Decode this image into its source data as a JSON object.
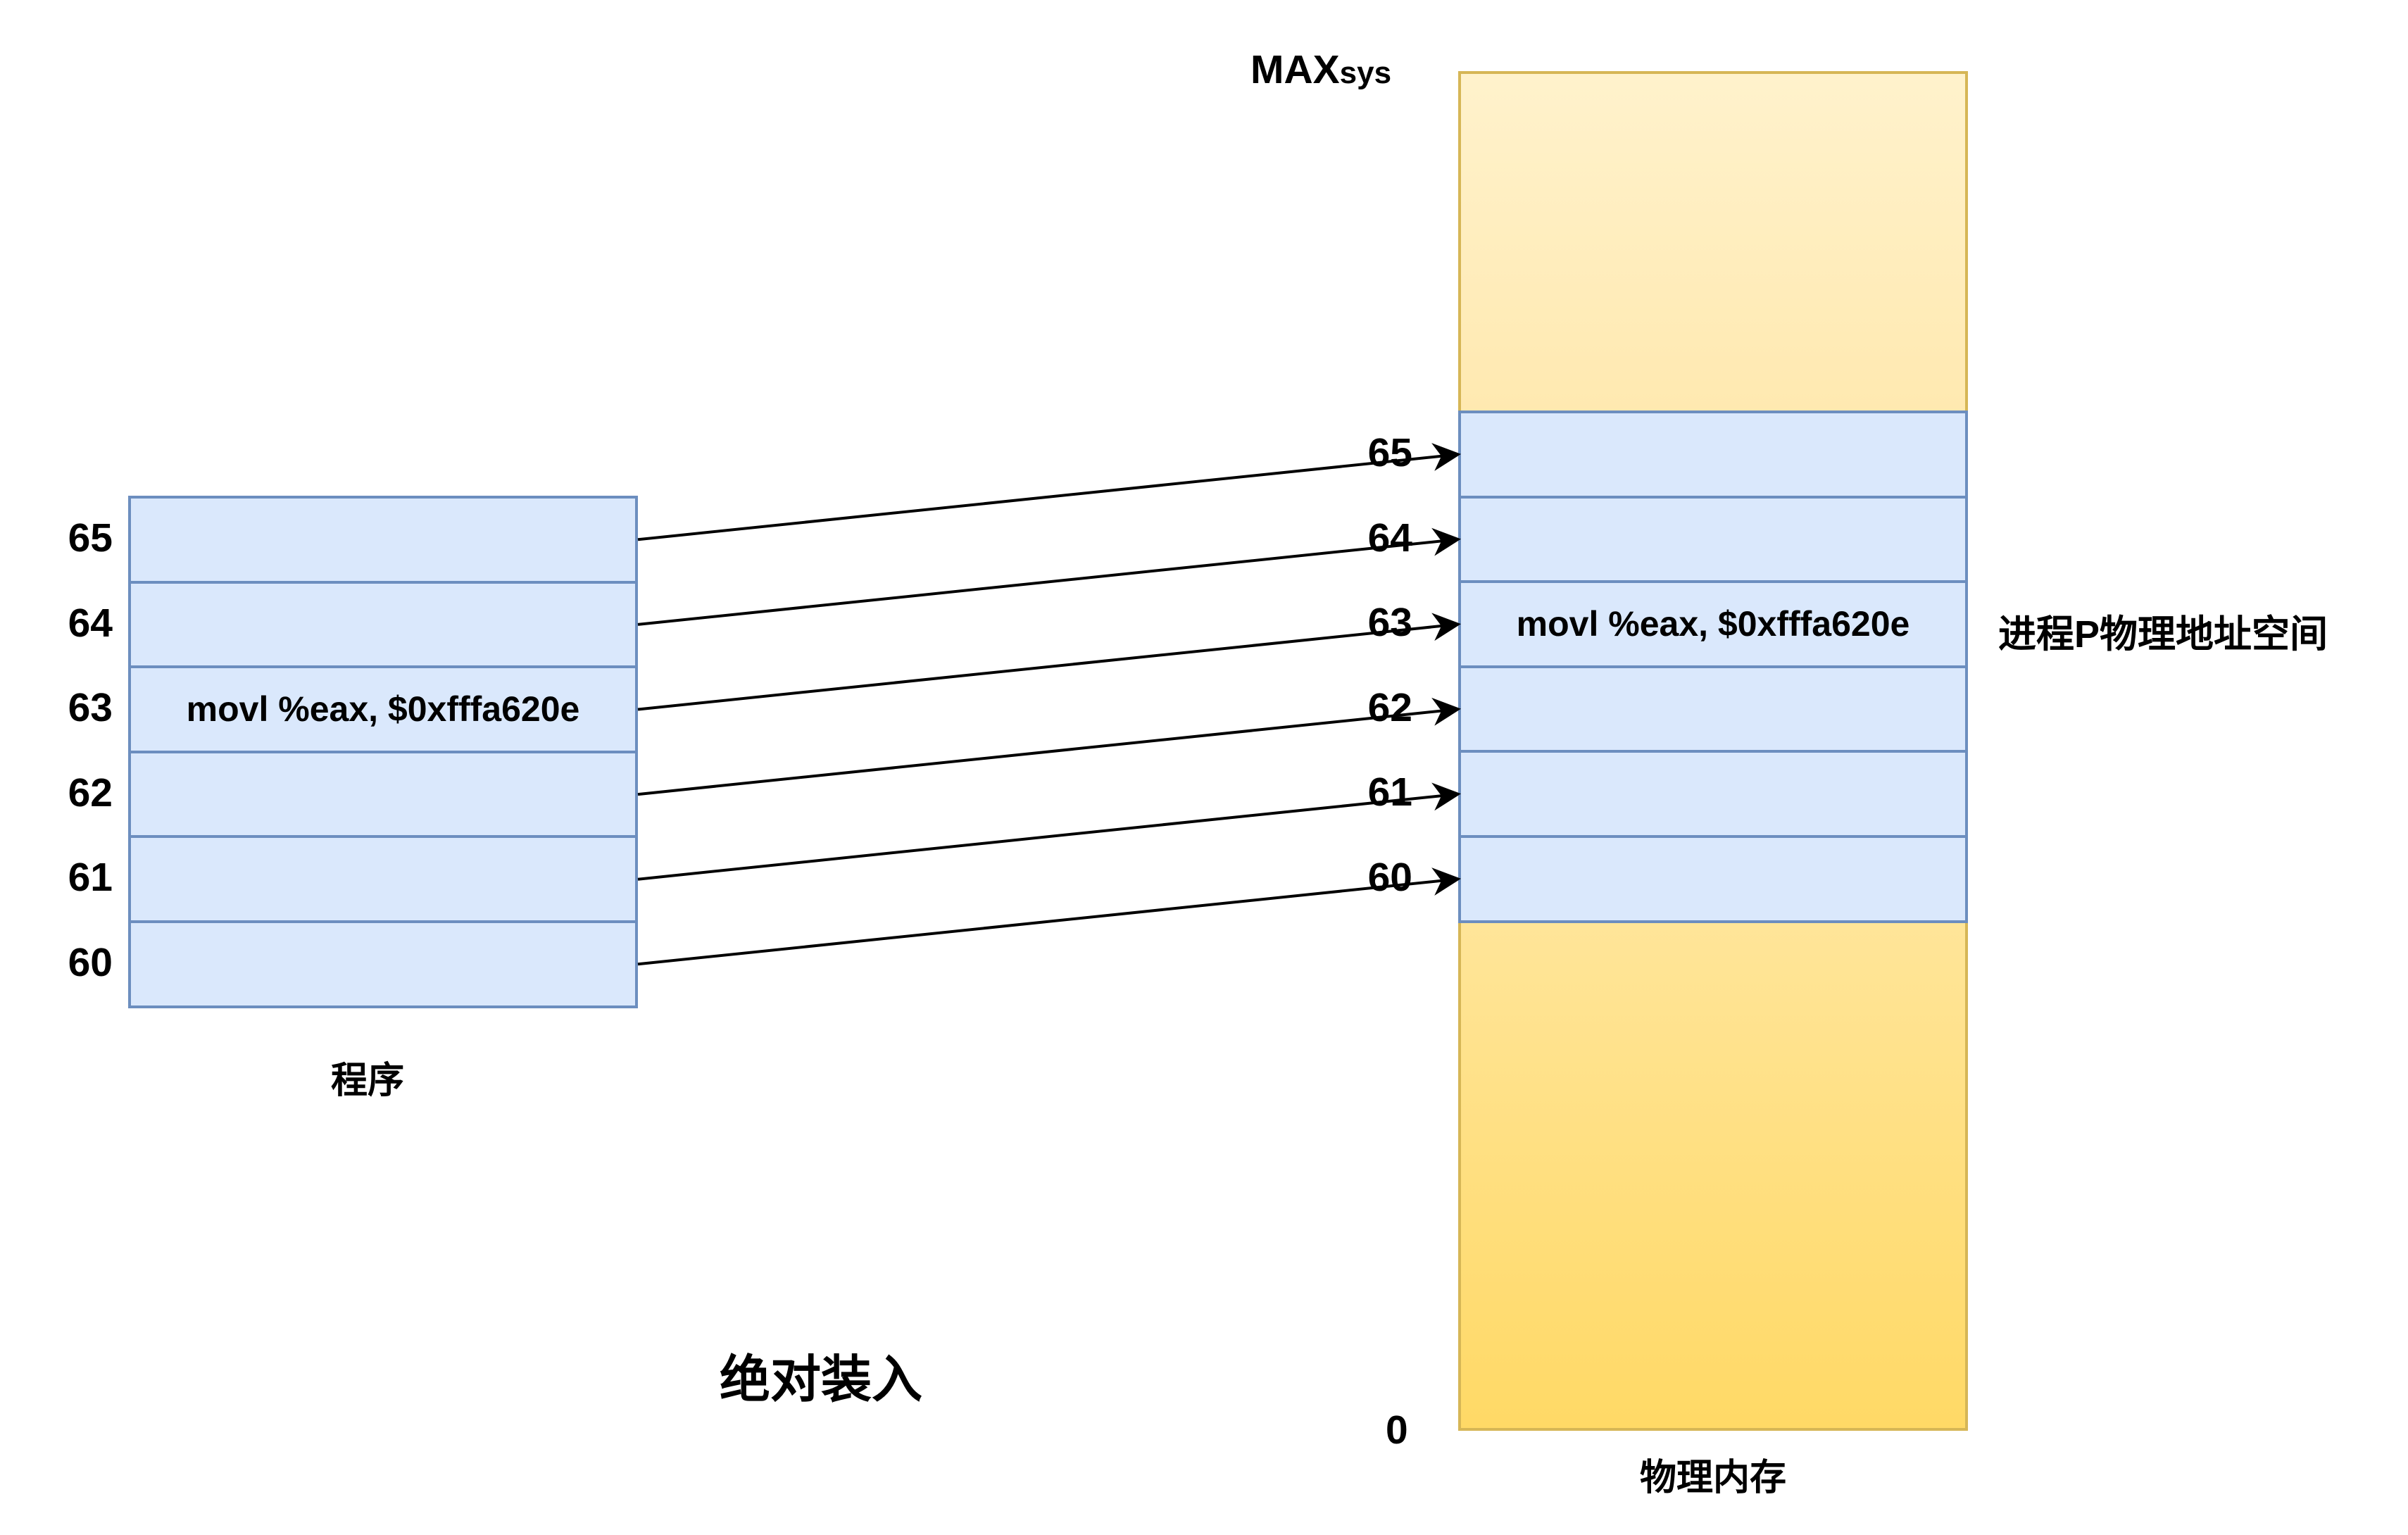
{
  "title": "绝对装入",
  "program": {
    "label": "程序",
    "rows": [
      {
        "addr": "65",
        "content": ""
      },
      {
        "addr": "64",
        "content": ""
      },
      {
        "addr": "63",
        "content": "movl %eax, $0xfffa620e"
      },
      {
        "addr": "62",
        "content": ""
      },
      {
        "addr": "61",
        "content": ""
      },
      {
        "addr": "60",
        "content": ""
      }
    ]
  },
  "memory": {
    "label": "物理内存",
    "max_label": "MAX",
    "max_sub": "sys",
    "zero_label": "0",
    "region_label": "进程P物理地址空间",
    "rows": [
      {
        "addr": "65",
        "content": ""
      },
      {
        "addr": "64",
        "content": ""
      },
      {
        "addr": "63",
        "content": "movl %eax, $0xfffa620e"
      },
      {
        "addr": "62",
        "content": ""
      },
      {
        "addr": "61",
        "content": ""
      },
      {
        "addr": "60",
        "content": ""
      }
    ]
  },
  "colors": {
    "cell_fill": "#dae8fc",
    "cell_stroke": "#6c8ebf",
    "mem_stroke": "#d6b656",
    "mem_top": "#fff2cc",
    "mem_bottom": "#ffd966"
  }
}
